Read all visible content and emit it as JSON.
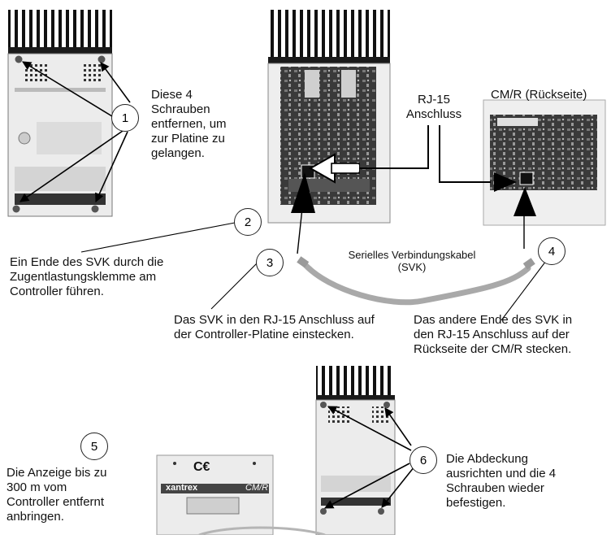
{
  "steps": [
    {
      "number": "1",
      "text": "Diese 4\nSchrauben\nentfernen, um\nzur Platine zu\ngelangen."
    },
    {
      "number": "2",
      "text": "Ein Ende des SVK durch die\nZugentlastungsklemme am\nController führen."
    },
    {
      "number": "3",
      "text": "Das SVK in den RJ-15 Anschluss auf\nder Controller-Platine einstecken."
    },
    {
      "number": "4",
      "text": "Das andere Ende des SVK in\nden RJ-15 Anschluss auf der\nRückseite der CM/R stecken."
    },
    {
      "number": "5",
      "text": "Die Anzeige bis zu\n300 m vom\nController entfernt\nanbringen."
    },
    {
      "number": "6",
      "text": "Die Abdeckung\nausrichten und die 4\nSchrauben wieder\nbefestigen."
    }
  ],
  "labels": {
    "rj15": "RJ-15\nAnschluss",
    "cmr_back": "CM/R (Rückseite)",
    "cable": "Serielles Verbindungskabel\n(SVK)",
    "ce_mark": "C€",
    "brand": "xantrex",
    "cmr_model": "CM/R"
  },
  "colors": {
    "cable": "#a9a9a9",
    "heatsink": "#1a1a1a",
    "housing": "#e9e9e9",
    "board": "#2b2b2b"
  }
}
